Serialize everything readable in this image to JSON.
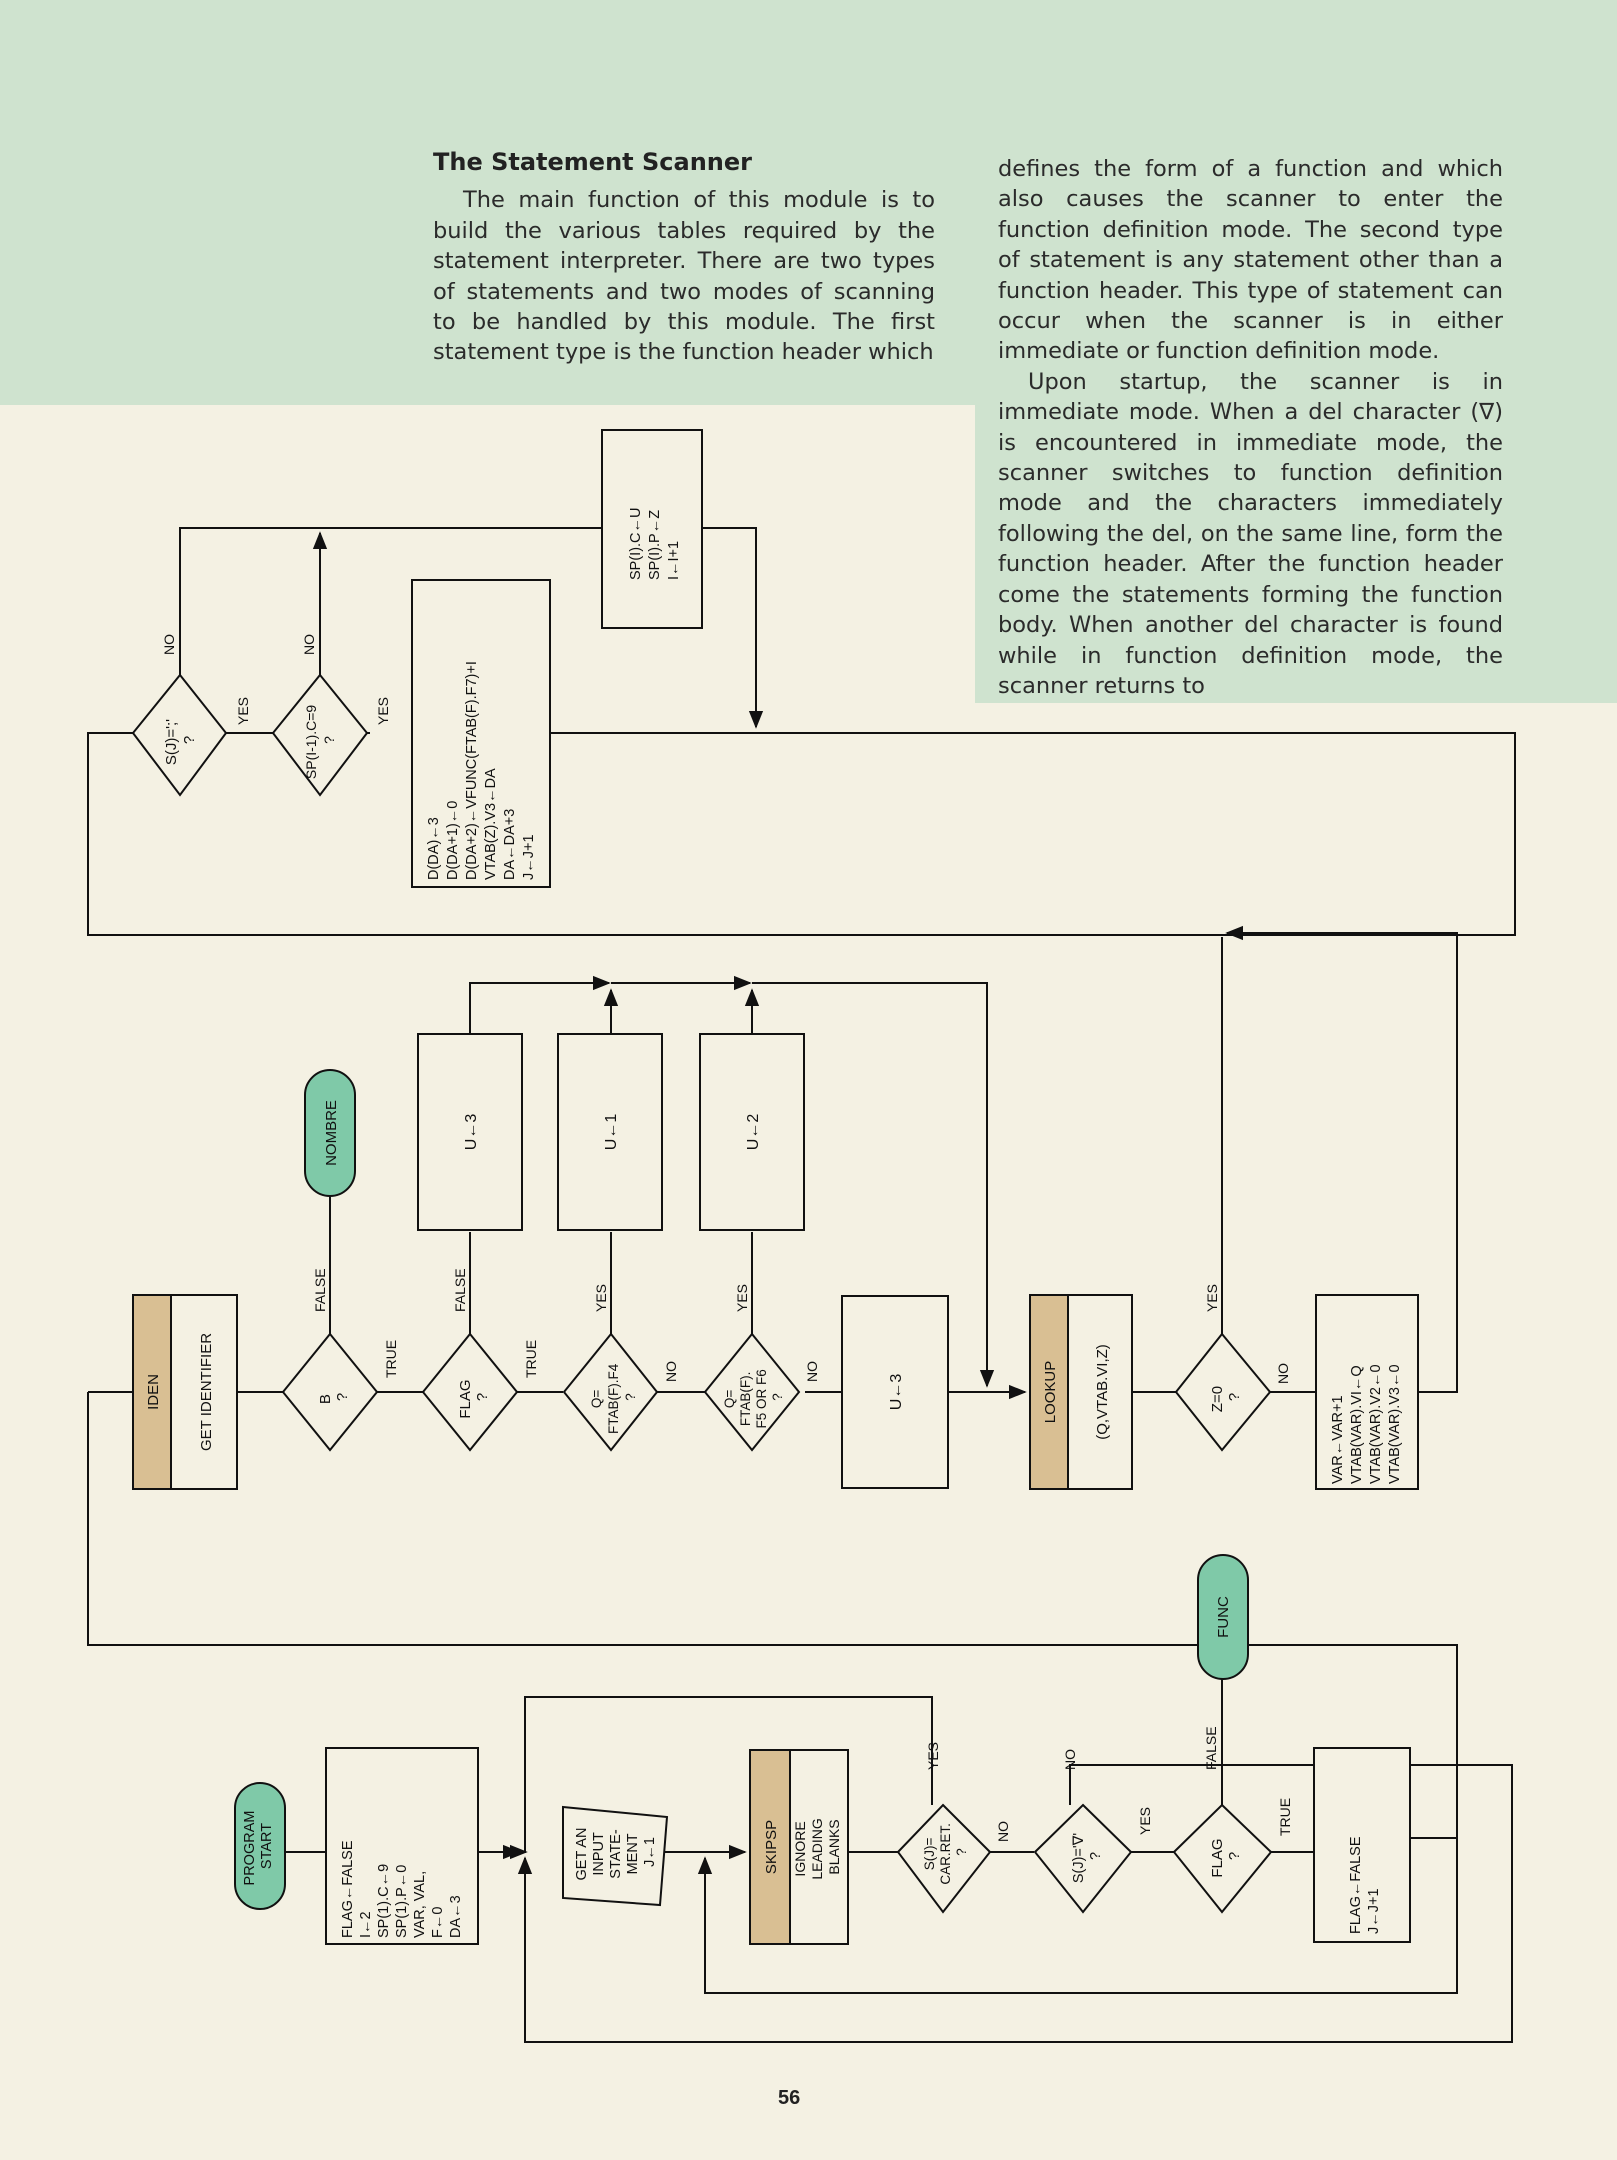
{
  "article": {
    "heading": "The Statement Scanner",
    "col1_paragraph": "The main function of this module is to build the various tables required by the statement interpreter. There are two types of statements and two modes of scanning to be handled by this module. The first statement type is the function header which",
    "col2_paragraph1": "defines the form of a function and which also causes the scanner to enter the function definition mode. The second type of statement is any statement other than a function header. This type of statement can occur when the scanner is in either immediate or function definition mode.",
    "col2_paragraph2": "Upon startup, the scanner is in immediate mode. When a del character (∇) is encountered in immediate mode, the scanner switches to function definition mode and the characters immediately following the del, on the same line, form the function header. After the function header come the statements forming the function body. When another del character is found while in function definition mode, the scanner returns to"
  },
  "colors": {
    "band": "#cfe3cf",
    "terminal": "#7fc9a8",
    "module_tag": "#d9bf93",
    "page": "#f4f1e3"
  },
  "flowchart": {
    "row1": {
      "diamond1": [
        "S(J)=';'",
        "?"
      ],
      "diamond2": [
        "SP(I-1).C=9",
        "?"
      ],
      "box_del": [
        "D(DA)←3",
        "D(DA+1)←0",
        "D(DA+2)←VFUNC(FTAB(F).F7)+I",
        "VTAB(Z).V3←DA",
        "DA←DA+3",
        "J←J+1"
      ],
      "box_sp": [
        "SP(I).C←U",
        "SP(I).P←Z",
        "I←I+1"
      ]
    },
    "row2": {
      "iden_tag": "IDEN",
      "iden_label": "GET IDENTIFIER",
      "nombre": "NOMBRE",
      "diamond_b": [
        "B",
        "?"
      ],
      "diamond_flag": [
        "FLAG",
        "?"
      ],
      "diamond_q1": [
        "Q=",
        "FTAB(F).F4",
        "?"
      ],
      "diamond_q2": [
        "Q=",
        "FTAB(F).",
        "F5 OR F6",
        "?"
      ],
      "box_u3_top": "U←3",
      "box_u1": "U←1",
      "box_u2": "U←2",
      "box_u3_mid": "U←3",
      "lookup_tag": "LOOKUP",
      "lookup_label": "(Q,VTAB.VI,Z)",
      "diamond_z": [
        "Z=0",
        "?"
      ],
      "box_var": [
        "VAR←VAR+1",
        "VTAB(VAR).VI←Q",
        "VTAB(VAR).V2←0",
        "VTAB(VAR).V3←0"
      ]
    },
    "row3": {
      "start": [
        "PROGRAM",
        "START"
      ],
      "box_init": [
        "FLAG←FALSE",
        "I←2",
        "SP(1).C←9",
        "SP(1).P←0",
        "VAR, VAL,",
        "F←0",
        "DA←3"
      ],
      "input": [
        "GET AN",
        "INPUT",
        "STATE-",
        "MENT",
        "J←1"
      ],
      "skipsp_tag": "SKIPSP",
      "skipsp_label": [
        "IGNORE",
        "LEADING",
        "BLANKS"
      ],
      "diamond_car": [
        "S(J)=",
        "CAR.RET.",
        "?"
      ],
      "diamond_del": [
        "S(J)='∇'",
        "?"
      ],
      "func": "FUNC",
      "diamond_flag": [
        "FLAG",
        "?"
      ],
      "box_flag": [
        "FLAG←FALSE",
        "J←J+1"
      ]
    },
    "labels": {
      "yes": "YES",
      "no": "NO",
      "true": "TRUE",
      "false": "FALSE"
    }
  },
  "page_number": "56"
}
